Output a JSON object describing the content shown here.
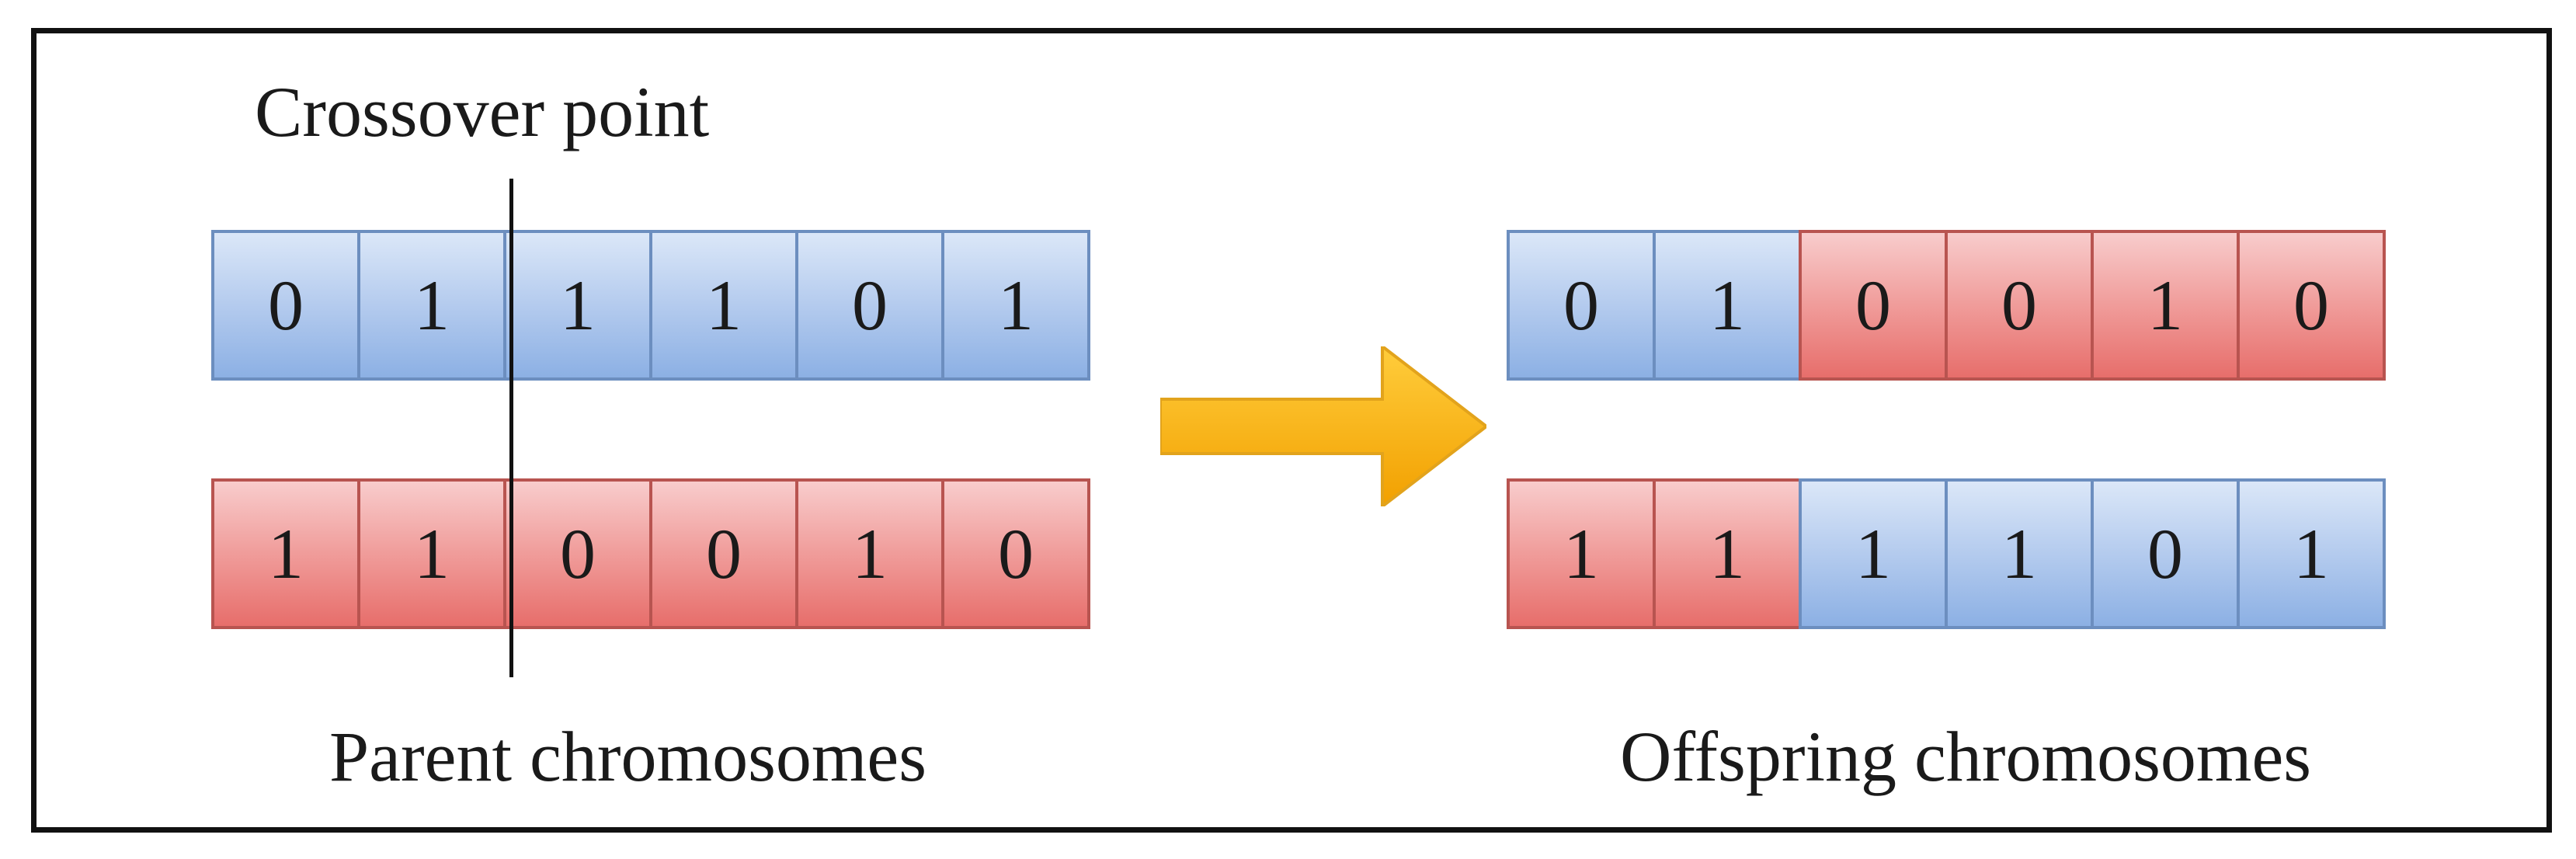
{
  "labels": {
    "crossover_point": "Crossover point",
    "parent": "Parent chromosomes",
    "offspring": "Offspring chromosomes"
  },
  "colors": {
    "parent_a": "#9fbde9",
    "parent_b": "#ee9391",
    "arrow": "#ffb100"
  },
  "parents": [
    {
      "genes": [
        "0",
        "1",
        "1",
        "1",
        "0",
        "1"
      ],
      "colors": [
        "blue",
        "blue",
        "blue",
        "blue",
        "blue",
        "blue"
      ]
    },
    {
      "genes": [
        "1",
        "1",
        "0",
        "0",
        "1",
        "0"
      ],
      "colors": [
        "red",
        "red",
        "red",
        "red",
        "red",
        "red"
      ]
    }
  ],
  "offspring": [
    {
      "genes": [
        "0",
        "1",
        "0",
        "0",
        "1",
        "0"
      ],
      "colors": [
        "blue",
        "blue",
        "red",
        "red",
        "red",
        "red"
      ]
    },
    {
      "genes": [
        "1",
        "1",
        "1",
        "1",
        "0",
        "1"
      ],
      "colors": [
        "red",
        "red",
        "blue",
        "blue",
        "blue",
        "blue"
      ]
    }
  ]
}
